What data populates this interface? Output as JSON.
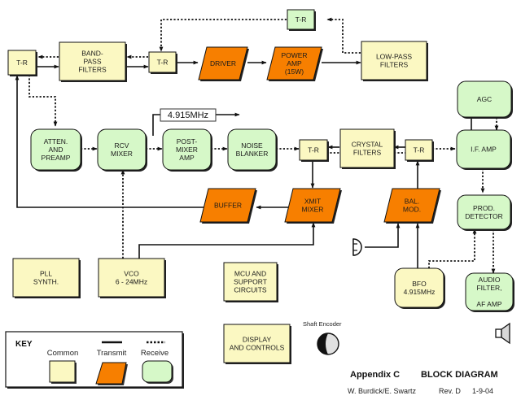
{
  "diagram": {
    "blocks": {
      "tr_left": {
        "label": [
          "T-R"
        ],
        "type": "common"
      },
      "bandpass": {
        "label": [
          "BAND-",
          "PASS",
          "FILTERS"
        ],
        "type": "common"
      },
      "tr_mid": {
        "label": [
          "T-R"
        ],
        "type": "common"
      },
      "driver": {
        "label": [
          "DRIVER"
        ],
        "type": "transmit"
      },
      "power_amp": {
        "label": [
          "POWER",
          "AMP",
          "(15W)"
        ],
        "type": "transmit"
      },
      "tr_top": {
        "label": [
          "T-R"
        ],
        "type": "receive"
      },
      "lowpass": {
        "label": [
          "LOW-PASS",
          "FILTERS"
        ],
        "type": "common"
      },
      "agc": {
        "label": [
          "AGC"
        ],
        "type": "receive"
      },
      "atten": {
        "label": [
          "ATTEN.",
          "AND",
          "PREAMP"
        ],
        "type": "receive"
      },
      "rcv_mixer": {
        "label": [
          "RCV",
          "MIXER"
        ],
        "type": "receive"
      },
      "post_mixer": {
        "label": [
          "POST-",
          "MIXER",
          "AMP"
        ],
        "type": "receive"
      },
      "noise_blanker": {
        "label": [
          "NOISE",
          "BLANKER"
        ],
        "type": "receive"
      },
      "tr_nb": {
        "label": [
          "T-R"
        ],
        "type": "common"
      },
      "crystal": {
        "label": [
          "CRYSTAL",
          "FILTERS"
        ],
        "type": "common"
      },
      "tr_if": {
        "label": [
          "T-R"
        ],
        "type": "common"
      },
      "if_amp": {
        "label": [
          "I.F. AMP"
        ],
        "type": "receive"
      },
      "buffer": {
        "label": [
          "BUFFER"
        ],
        "type": "transmit"
      },
      "xmit_mixer": {
        "label": [
          "XMIT",
          "MIXER"
        ],
        "type": "transmit"
      },
      "bal_mod": {
        "label": [
          "BAL.",
          "MOD."
        ],
        "type": "transmit"
      },
      "prod_det": {
        "label": [
          "PROD.",
          "DETECTOR"
        ],
        "type": "receive"
      },
      "pll": {
        "label": [
          "PLL",
          "SYNTH."
        ],
        "type": "common"
      },
      "vco": {
        "label": [
          "VCO",
          "6 - 24MHz"
        ],
        "type": "common"
      },
      "mcu": {
        "label": [
          "MCU AND",
          "SUPPORT",
          "CIRCUITS"
        ],
        "type": "common"
      },
      "bfo": {
        "label": [
          "BFO",
          "4.915MHz"
        ],
        "type": "common"
      },
      "audio": {
        "label": [
          "AUDIO",
          "FILTER,",
          "",
          "AF AMP"
        ],
        "type": "receive"
      },
      "display": {
        "label": [
          "DISPLAY",
          "AND CONTROLS"
        ],
        "type": "common"
      }
    },
    "if_output_label": "4.915MHz",
    "shaft_encoder_label": "Shaft Encoder"
  },
  "key": {
    "title": "KEY",
    "common": "Common",
    "transmit": "Transmit",
    "receive": "Receive"
  },
  "colors": {
    "common": "#fbf8c2",
    "transmit": "#f77f00",
    "receive": "#d6f8c8"
  },
  "footer": {
    "title_left": "Appendix C",
    "title_right": "BLOCK DIAGRAM",
    "authors": "W. Burdick/E. Swartz",
    "revision": "Rev. D",
    "date": "1-9-04"
  }
}
